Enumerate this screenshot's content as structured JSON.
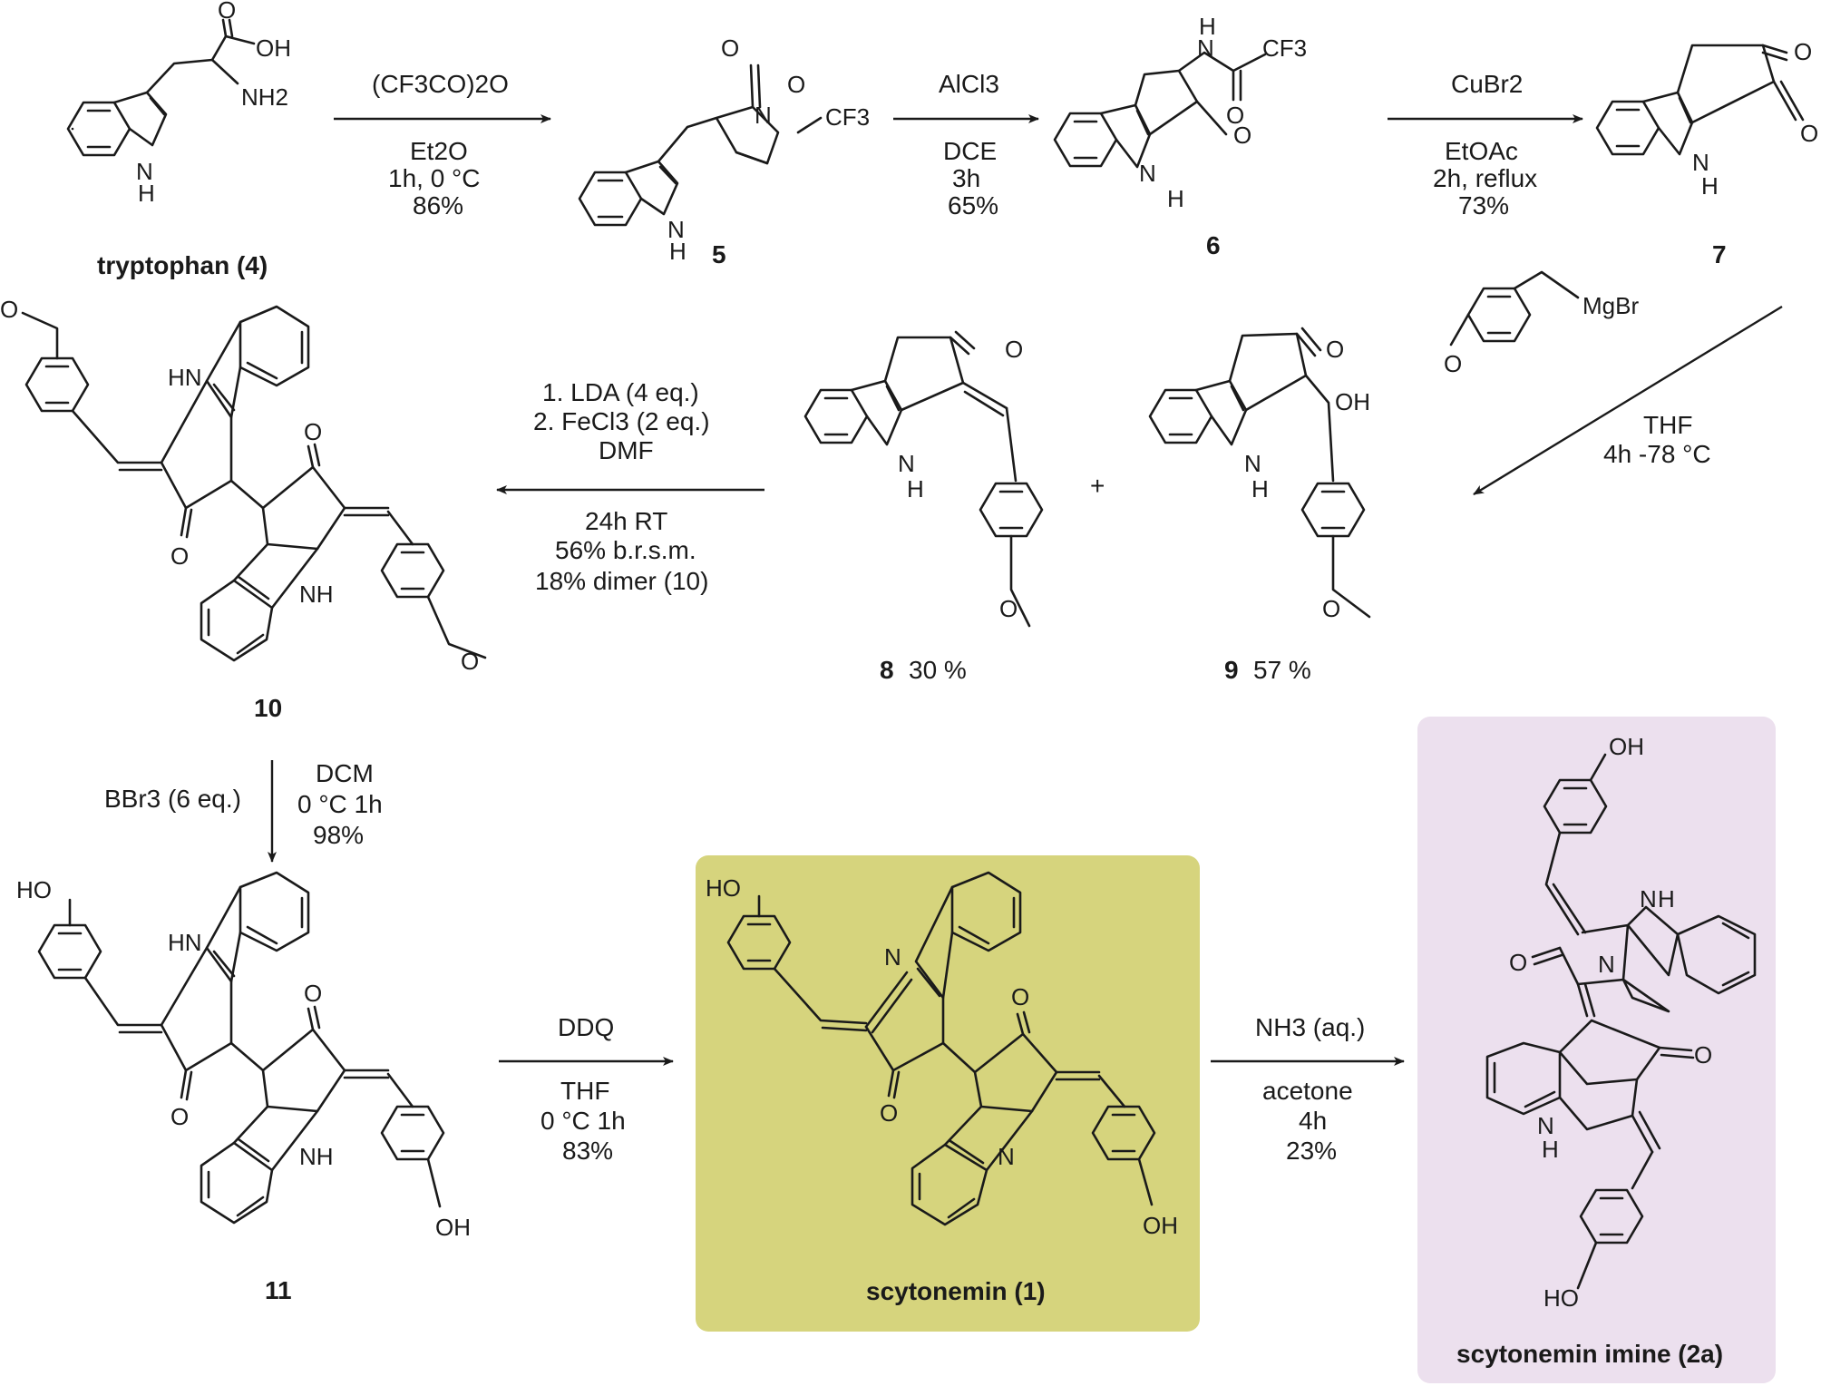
{
  "compounds": {
    "c4": {
      "name": "tryptophan (4)",
      "atoms": {
        "oh": "OH",
        "o": "O",
        "nh2": "NH2",
        "h": "H",
        "n": "N"
      }
    },
    "c5": {
      "name": "5",
      "atoms": {
        "o1": "O",
        "o2": "O",
        "n": "N",
        "cf3": "CF3",
        "h": "H",
        "nh": "N"
      }
    },
    "c6": {
      "name": "6",
      "atoms": {
        "h": "H",
        "n": "N",
        "cf3": "CF3",
        "o1": "O",
        "o2": "O",
        "nh": "N",
        "h2": "H"
      }
    },
    "c7": {
      "name": "7",
      "atoms": {
        "o1": "O",
        "o2": "O",
        "nh": "N",
        "h": "H"
      }
    },
    "c8": {
      "name": "8",
      "yield": "30 %",
      "atoms": {
        "o": "O",
        "nh": "N",
        "h": "H",
        "ome": "O"
      }
    },
    "c9": {
      "name": "9",
      "yield": "57 %",
      "atoms": {
        "o": "O",
        "oh": "OH",
        "nh": "N",
        "h": "H",
        "ome": "O"
      }
    },
    "c10": {
      "name": "10",
      "atoms": {
        "ome1": "O",
        "hn": "HN",
        "o1": "O",
        "o2": "O",
        "nh": "NH",
        "ome2": "O"
      }
    },
    "c11": {
      "name": "11",
      "atoms": {
        "ho": "HO",
        "hn": "HN",
        "o1": "O",
        "o2": "O",
        "nh": "NH",
        "oh": "OH"
      }
    },
    "c1": {
      "name": "scytonemin (1)",
      "atoms": {
        "ho": "HO",
        "n1": "N",
        "o1": "O",
        "o2": "O",
        "n2": "N",
        "oh": "OH"
      }
    },
    "c2a": {
      "name": "scytonemin imine (2a)",
      "atoms": {
        "oh": "OH",
        "n": "N",
        "h": "H",
        "nimine": "N",
        "o1": "O",
        "o2": "O",
        "nh": "N",
        "h2": "H",
        "ho": "HO"
      }
    }
  },
  "reagents": {
    "grignard": {
      "label": "MgBr",
      "ome": "O"
    },
    "plus": "+"
  },
  "steps": [
    {
      "id": "s1",
      "above": "(CF3CO)2O",
      "below": [
        "Et2O",
        "1h, 0 °C",
        "86%"
      ]
    },
    {
      "id": "s2",
      "above": "AlCl3",
      "below": [
        "DCE",
        "3h",
        "65%"
      ]
    },
    {
      "id": "s3",
      "above": "CuBr2",
      "below": [
        "EtOAc",
        "2h, reflux",
        "73%"
      ]
    },
    {
      "id": "s4",
      "side": [
        "THF",
        "4h -78 °C"
      ]
    },
    {
      "id": "s5",
      "above": [
        "1. LDA (4 eq.)",
        "2. FeCl3 (2 eq.)",
        "DMF"
      ],
      "below": [
        "24h RT",
        "56% b.r.s.m.",
        "18% dimer (10)"
      ]
    },
    {
      "id": "s6",
      "left": "BBr3 (6 eq.)",
      "right": [
        "DCM",
        "0 °C 1h",
        "98%"
      ]
    },
    {
      "id": "s7",
      "above": "DDQ",
      "below": [
        "THF",
        "0 °C 1h",
        "83%"
      ]
    },
    {
      "id": "s8",
      "above": "NH3 (aq.)",
      "below": [
        "acetone",
        "4h",
        "23%"
      ]
    }
  ],
  "colors": {
    "scytonemin_box": "#d6d47d",
    "imine_box": "#ece0ee",
    "ink": "#1a1a1a"
  }
}
